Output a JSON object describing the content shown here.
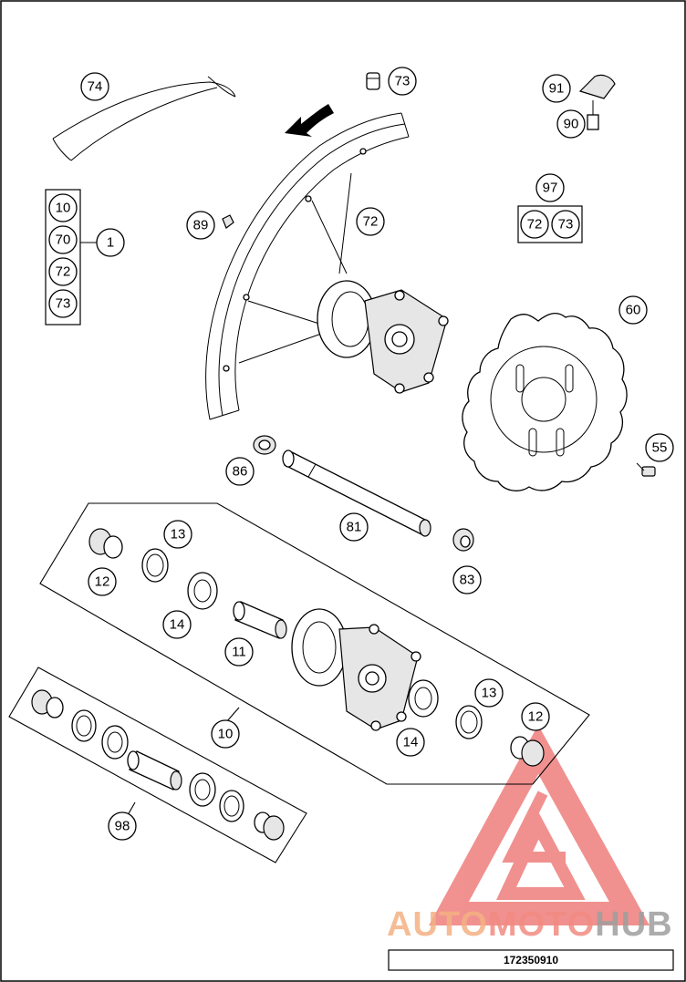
{
  "callouts": [
    {
      "id": "c74",
      "label": "74"
    },
    {
      "id": "c73a",
      "label": "73"
    },
    {
      "id": "c91",
      "label": "91"
    },
    {
      "id": "c90",
      "label": "90"
    },
    {
      "id": "c10a",
      "label": "10"
    },
    {
      "id": "c70",
      "label": "70"
    },
    {
      "id": "c72a",
      "label": "72"
    },
    {
      "id": "c73b",
      "label": "73"
    },
    {
      "id": "c1",
      "label": "1"
    },
    {
      "id": "c89",
      "label": "89"
    },
    {
      "id": "c72b",
      "label": "72"
    },
    {
      "id": "c97",
      "label": "97"
    },
    {
      "id": "c72c",
      "label": "72"
    },
    {
      "id": "c73c",
      "label": "73"
    },
    {
      "id": "c60",
      "label": "60"
    },
    {
      "id": "c55",
      "label": "55"
    },
    {
      "id": "c86",
      "label": "86"
    },
    {
      "id": "c81",
      "label": "81"
    },
    {
      "id": "c83",
      "label": "83"
    },
    {
      "id": "c13a",
      "label": "13"
    },
    {
      "id": "c12a",
      "label": "12"
    },
    {
      "id": "c14a",
      "label": "14"
    },
    {
      "id": "c11",
      "label": "11"
    },
    {
      "id": "c13b",
      "label": "13"
    },
    {
      "id": "c12b",
      "label": "12"
    },
    {
      "id": "c14b",
      "label": "14"
    },
    {
      "id": "c10b",
      "label": "10"
    },
    {
      "id": "c98",
      "label": "98"
    }
  ],
  "watermark": {
    "part1": "AUTO",
    "part2": "MOTO",
    "part3": "HUB",
    "color1": "#f4b183",
    "color2": "#f28b82",
    "color3": "#9e9e9e"
  },
  "footer": {
    "drawing_number": "172350910"
  }
}
